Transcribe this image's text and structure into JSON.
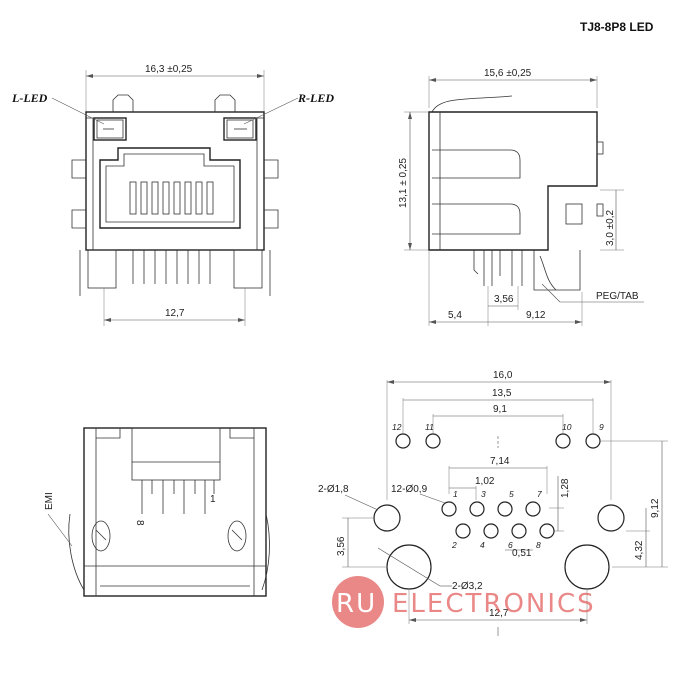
{
  "title": "TJ8-8P8 LED",
  "front_view": {
    "width_dim": "16,3 ±0,25",
    "pin_span_dim": "12,7",
    "left_led": "L-LED",
    "right_led": "R-LED"
  },
  "side_view": {
    "depth_dim": "15,6 ±0,25",
    "height_dim": "13,1 ± 0,25",
    "led_offset_dim": "3,0 ±0,2",
    "pin_pitch_dim": "3,56",
    "front_to_pin_dim": "5,4",
    "pin_to_peg_dim": "9,12",
    "peg_label": "PEG/TAB"
  },
  "rear_view": {
    "emi_label": "EMI",
    "pin_one_label": "1",
    "pin_eight_label": "8"
  },
  "footprint": {
    "overall_dim": "16,0",
    "led_outer_dim": "13,5",
    "led_inner_dim": "9,1",
    "contact_span_dim": "7,14",
    "contact_pitch_dim": "1,02",
    "row_offset_dim": "1,28",
    "contact_hole_label": "12-Ø0,9",
    "shield_hole_label": "2-Ø1,8",
    "peg_hole_label": "2-Ø3,2",
    "shield_to_peg_dim": "3,56",
    "vertical_total_dim": "9,12",
    "vertical_inner_dim": "4,32",
    "row_pitch_dim": "0,51",
    "peg_span_dim": "12,7",
    "pin_numbers": [
      "1",
      "2",
      "3",
      "4",
      "5",
      "6",
      "7",
      "8",
      "9",
      "10",
      "11",
      "12"
    ]
  },
  "watermark": {
    "part1": "RU",
    "part2": "ELECTRONICS",
    "color": "#e25b59"
  }
}
